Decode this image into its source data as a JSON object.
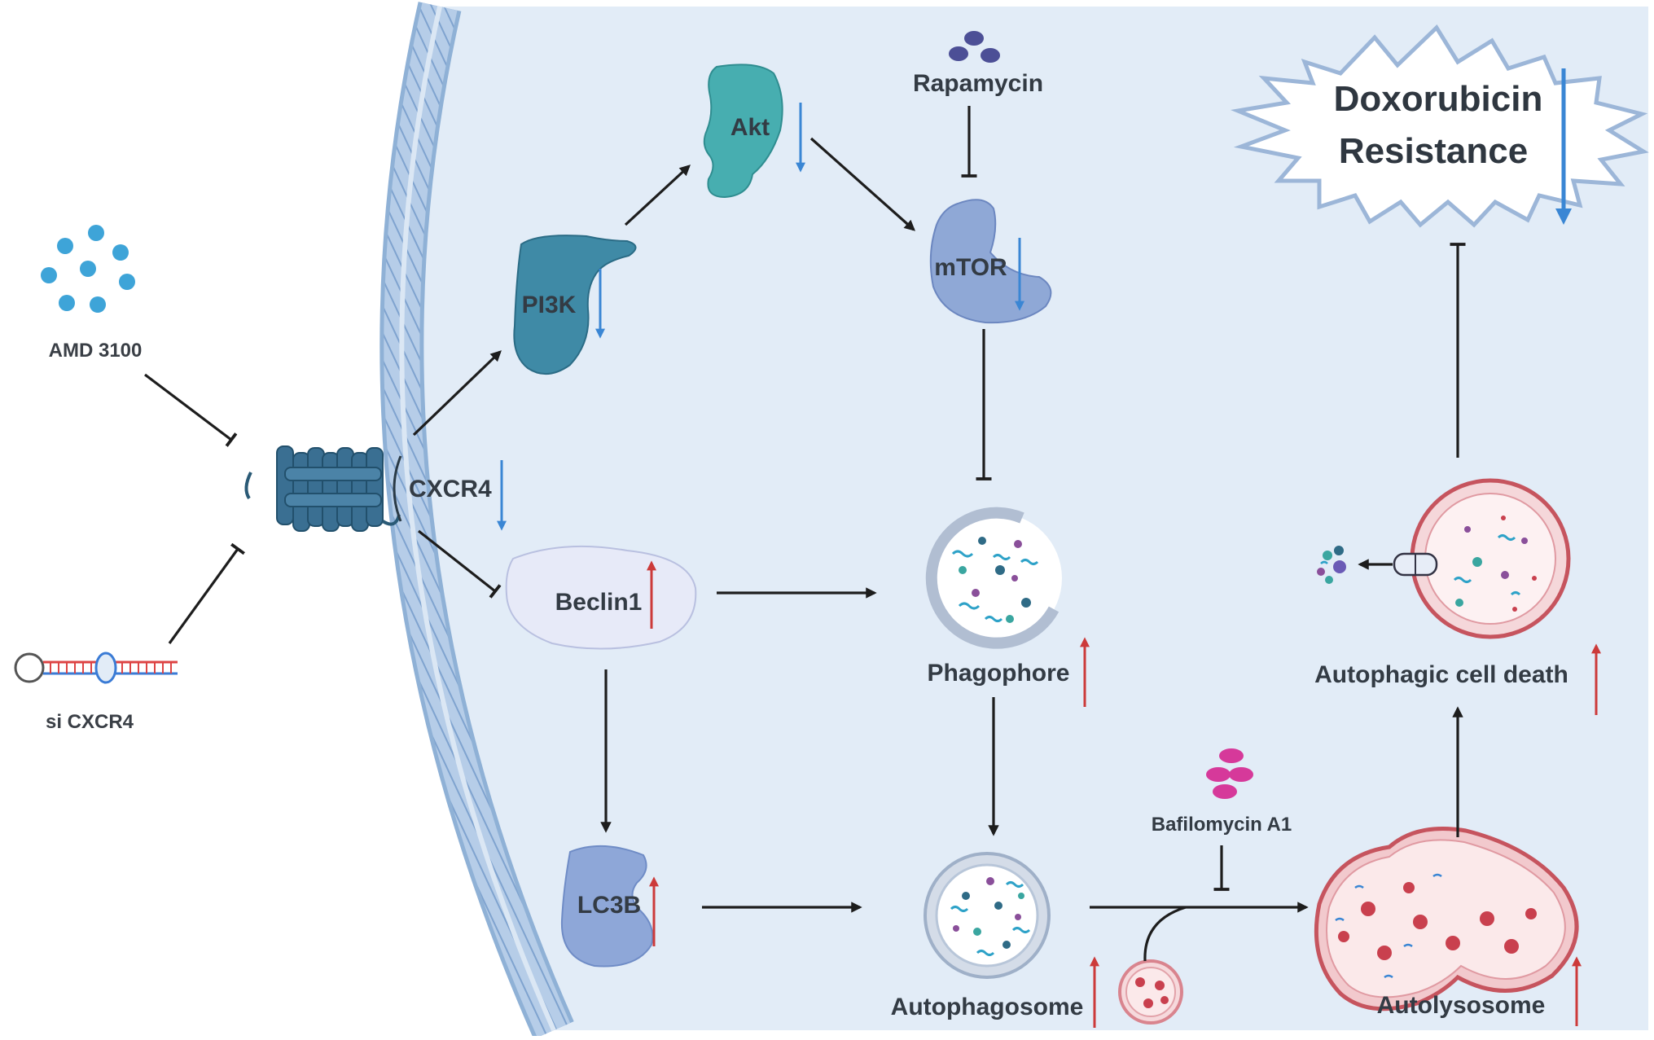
{
  "labels": {
    "amd": "AMD 3100",
    "sicxcr4": "si CXCR4",
    "cxcr4": "CXCR4",
    "pi3k": "PI3K",
    "akt": "Akt",
    "rapamycin": "Rapamycin",
    "mtor": "mTOR",
    "beclin1": "Beclin1",
    "lc3b": "LC3B",
    "phagophore": "Phagophore",
    "autophagosome": "Autophagosome",
    "bafilomycin": "Bafilomycin A1",
    "autolysosome": "Autolysosome",
    "autophagic_death": "Autophagic cell death",
    "doxo_line1": "Doxorubicin",
    "doxo_line2": "Resistance"
  },
  "indicators": {
    "cxcr4": "down",
    "pi3k": "down",
    "akt": "down",
    "mtor": "down",
    "beclin1": "up",
    "lc3b": "up",
    "phagophore": "up",
    "autophagosome": "up",
    "autolysosome": "up",
    "autophagic_death": "up",
    "doxorubicin_resistance": "down"
  },
  "colors": {
    "cell_interior": "#e2ecf7",
    "membrane": "#8fb1d6",
    "down_arrow": "#3a86d4",
    "up_arrow": "#cc3a3a",
    "pi3k": "#3f8aa6",
    "akt": "#47aeb0",
    "mtor": "#8fa8d6",
    "lc3b": "#8ea7d8",
    "beclin1": "#e7eaf8",
    "lysosome": "#e0a0a8",
    "bafilomycin": "#d6399a",
    "rapamycin": "#4c4f96",
    "amd3100": "#3ea4d8"
  }
}
